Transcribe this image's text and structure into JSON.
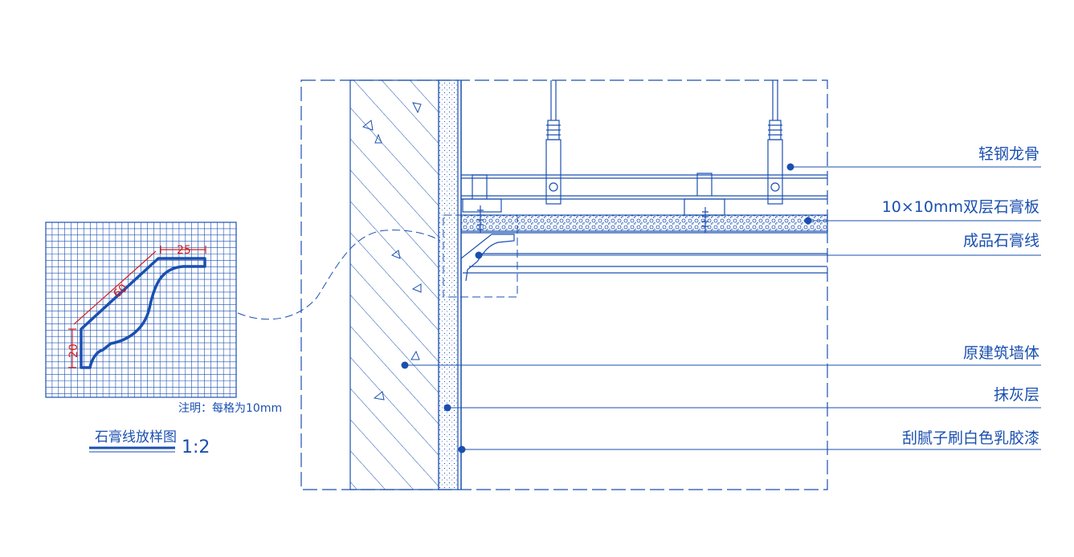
{
  "labels": {
    "light_steel_keel": "轻钢龙骨",
    "gypsum_board": "10×10mm双层石膏板",
    "gypsum_molding": "成品石膏线",
    "original_wall": "原建筑墙体",
    "plaster_layer": "抹灰层",
    "putty_paint": "刮腻子刷白色乳胶漆"
  },
  "detail": {
    "title": "石膏线放样图",
    "scale": "1:2",
    "note": "注明：每格为10mm",
    "dims": {
      "top": "25",
      "diagonal": "60",
      "side": "20"
    }
  },
  "colors": {
    "line": "#1a4fb0",
    "dimension": "#d42020",
    "background": "#ffffff"
  }
}
